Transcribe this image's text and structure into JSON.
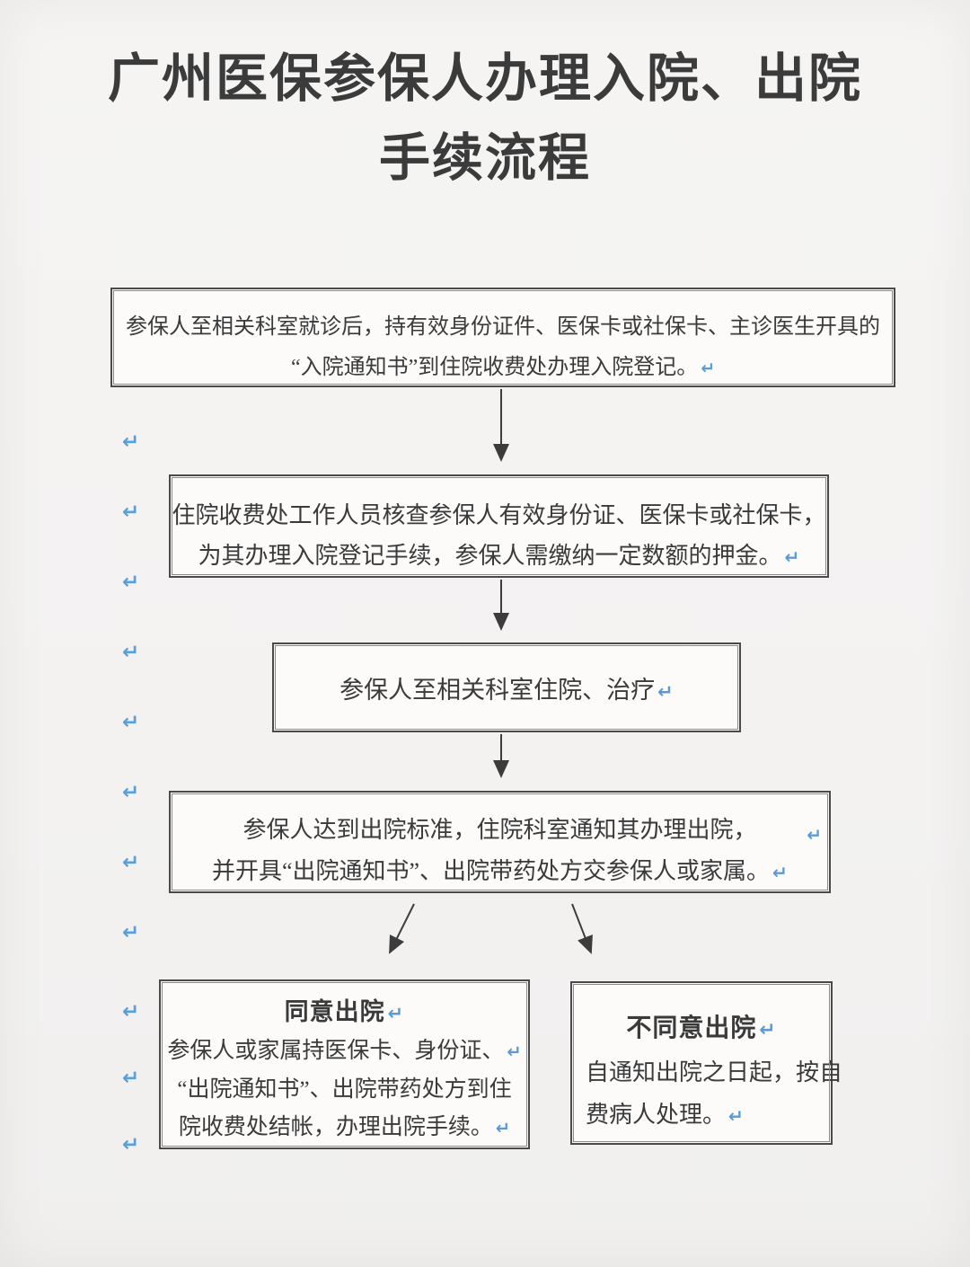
{
  "title": {
    "line1": "广州医保参保人办理入院、出院",
    "line2": "手续流程"
  },
  "glyphs": {
    "line_break": "↵"
  },
  "colors": {
    "accent_blue": "#5b9bd5",
    "box_border": "#4a4a4a",
    "arrow": "#3c3c3c",
    "text": "#3a3a3a"
  },
  "flow": {
    "box1": {
      "lines": [
        "参保人至相关科室就诊后，持有效身份证件、医保卡或社保卡、主诊医生开具的",
        "“入院通知书”到住院收费处办理入院登记。"
      ]
    },
    "box2": {
      "lines": [
        "住院收费处工作人员核查参保人有效身份证、医保卡或社保卡，",
        "为其办理入院登记手续，参保人需缴纳一定数额的押金。"
      ]
    },
    "box3": {
      "lines": [
        "参保人至相关科室住院、治疗"
      ]
    },
    "box4": {
      "lines": [
        "参保人达到出院标准，住院科室通知其办理出院，",
        "并开具“出院通知书”、出院带药处方交参保人或家属。"
      ]
    },
    "box5": {
      "title": "同意出院",
      "lines": [
        "参保人或家属持医保卡、身份证、",
        "“出院通知书”、出院带药处方到住",
        "院收费处结帐，办理出院手续。"
      ]
    },
    "box6": {
      "title": "不同意出院",
      "lines": [
        "自通知出院之日起，按自",
        "费病人处理。"
      ]
    }
  }
}
